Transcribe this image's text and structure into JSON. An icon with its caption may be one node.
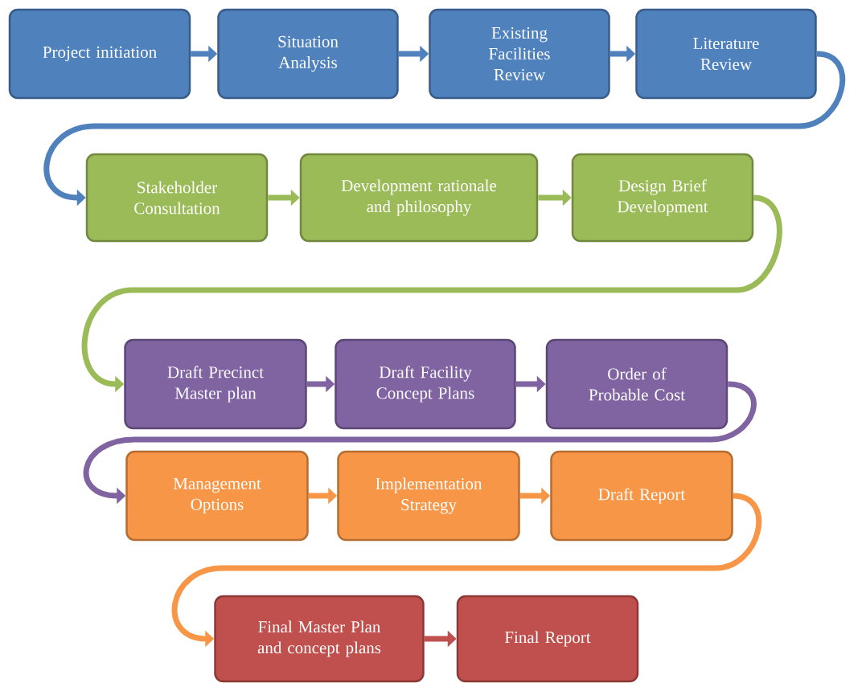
{
  "diagram": {
    "nodes": [
      {
        "text": [
          "Project initiation"
        ]
      },
      {
        "text": [
          "Situation Analysis"
        ]
      },
      {
        "text": [
          "Existing Facilities Review"
        ]
      },
      {
        "text": [
          "Literature Review"
        ]
      },
      {
        "text": [
          "Stakeholder Consultation"
        ]
      },
      {
        "text": [
          "Development rationale and philosophy"
        ]
      },
      {
        "text": [
          "Design Brief Development"
        ]
      },
      {
        "text": [
          "Draft Precinct Master plan"
        ]
      },
      {
        "text": [
          "Draft Facility Concept Plans"
        ]
      },
      {
        "text": [
          "Order of Probable Cost"
        ]
      },
      {
        "text": [
          "Management Options"
        ]
      },
      {
        "text": [
          "Implementation Strategy"
        ]
      },
      {
        "text": [
          "Draft Report"
        ]
      },
      {
        "text": [
          "Final Master Plan and concept plans"
        ]
      },
      {
        "text": [
          "Final Report"
        ]
      }
    ],
    "edges": [
      {
        "from": 0,
        "to": 1,
        "arrow": "to",
        "color": "#4f81bd"
      },
      {
        "from": 1,
        "to": 2,
        "arrow": "to",
        "color": "#4f81bd"
      },
      {
        "from": 2,
        "to": 3,
        "arrow": "to",
        "color": "#4f81bd"
      },
      {
        "from": 3,
        "to": 4,
        "arrow": "to",
        "color": "#4f81bd"
      },
      {
        "from": 4,
        "to": 5,
        "arrow": "to",
        "color": "#9bbb59"
      },
      {
        "from": 5,
        "to": 6,
        "arrow": "to",
        "color": "#9bbb59"
      },
      {
        "from": 6,
        "to": 7,
        "arrow": "to",
        "color": "#9bbb59"
      },
      {
        "from": 7,
        "to": 8,
        "arrow": "to",
        "color": "#8064a2"
      },
      {
        "from": 8,
        "to": 9,
        "arrow": "to",
        "color": "#8064a2"
      },
      {
        "from": 9,
        "to": 10,
        "arrow": "to",
        "color": "#8064a2"
      },
      {
        "from": 10,
        "to": 11,
        "arrow": "to",
        "color": "#f79646"
      },
      {
        "from": 11,
        "to": 12,
        "arrow": "to",
        "color": "#f79646"
      },
      {
        "from": 12,
        "to": 13,
        "arrow": "to",
        "color": "#f79646"
      },
      {
        "from": 13,
        "to": 14,
        "arrow": "to",
        "color": "#c0504d"
      }
    ]
  }
}
